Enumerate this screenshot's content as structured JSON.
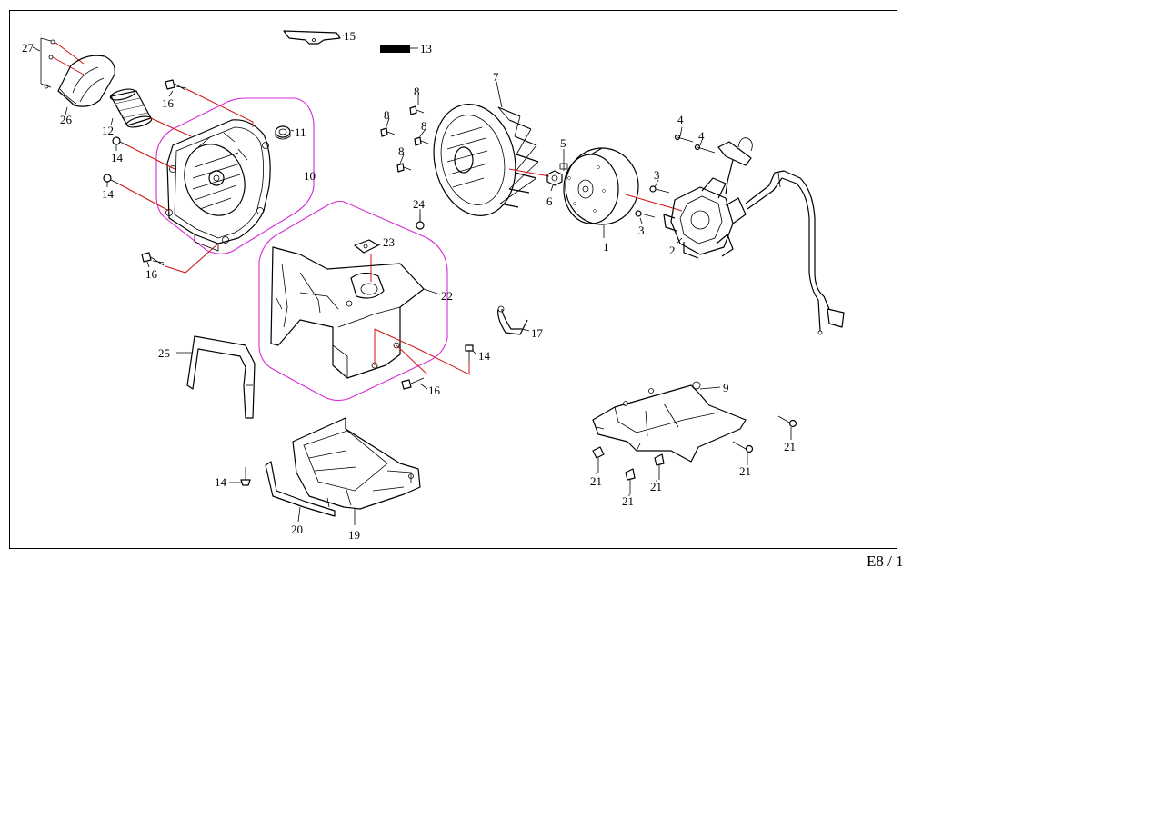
{
  "page": {
    "page_ref": "E8 / 1"
  },
  "callouts": {
    "c1": "1",
    "c2": "2",
    "c3a": "3",
    "c3b": "3",
    "c4a": "4",
    "c4b": "4",
    "c5": "5",
    "c6": "6",
    "c7": "7",
    "c8a": "8",
    "c8b": "8",
    "c8c": "8",
    "c8d": "8",
    "c9": "9",
    "c10": "10",
    "c11": "11",
    "c12": "12",
    "c13": "13",
    "c14a": "14",
    "c14b": "14",
    "c14c": "14",
    "c14d": "14",
    "c15": "15",
    "c16a": "16",
    "c16b": "16",
    "c16c": "16",
    "c17": "17",
    "c19": "19",
    "c20": "20",
    "c21a": "21",
    "c21b": "21",
    "c21c": "21",
    "c21d": "21",
    "c21e": "21",
    "c22": "22",
    "c23": "23",
    "c24": "24",
    "c25": "25",
    "c26": "26",
    "c27": "27"
  },
  "colors": {
    "frame": "#000000",
    "assembly_leader": "#d01010",
    "group_outline": "#d62ad6",
    "part_line": "#000000",
    "background": "#ffffff"
  }
}
